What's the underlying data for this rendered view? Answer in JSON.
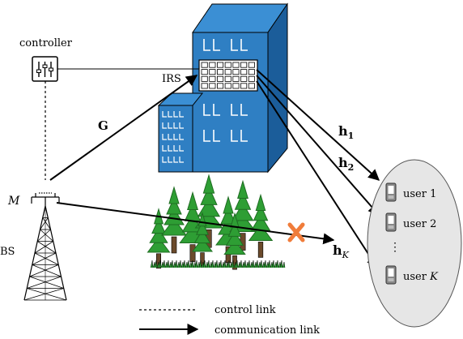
{
  "labels": {
    "controller": "controller",
    "irs": "IRS",
    "g": "G",
    "m": "M",
    "bs": "BS",
    "h1_base": "h",
    "h1_sub": "1",
    "h2_base": "h",
    "h2_sub": "2",
    "hk_base": "h",
    "hk_sub": "K",
    "user1_text": "user 1",
    "user2_text": "user 2",
    "userk_text": "user ",
    "userk_var": "K",
    "ellipsis": "⋮",
    "legend_control": "control link",
    "legend_comm": "communication link"
  },
  "colors": {
    "building_front": "#2f7fc3",
    "building_side": "#1b5d9a",
    "building_dark": "#0e3f6e",
    "tree_green": "#2e9e34",
    "tree_dark": "#1f6d22",
    "trunk": "#6b4a2b",
    "ellipse_fill": "#e6e6e6",
    "blocked": "#f07c3a",
    "phone": "#888888"
  },
  "icons": {
    "controller": "controller-icon",
    "bs_tower": "bs-tower-icon",
    "building": "building-icon",
    "irs": "irs-panel-icon",
    "trees": "trees-icon",
    "blocked": "blocked-x-icon",
    "phone": "phone-icon"
  }
}
